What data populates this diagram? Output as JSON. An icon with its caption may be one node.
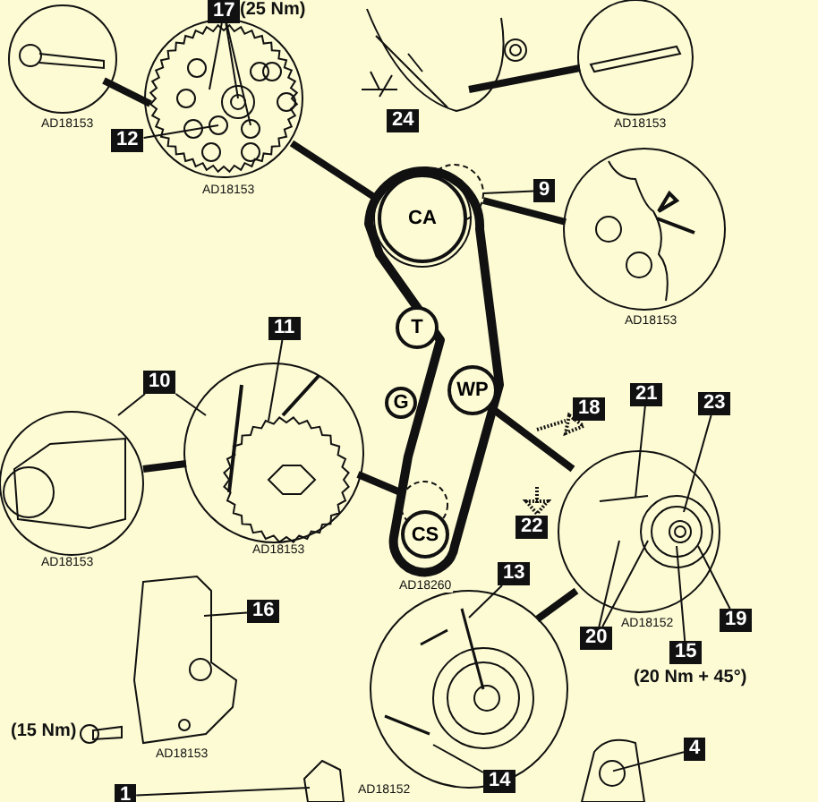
{
  "diagram": {
    "nodes": [
      {
        "text": [
          "17"
        ],
        "beside": [
          "(25 Nm)"
        ]
      },
      {
        "text": [
          "12"
        ]
      },
      {
        "text": [
          "9"
        ]
      },
      {
        "text": [
          "CA"
        ]
      },
      {
        "text": [
          "T"
        ]
      },
      {
        "text": [
          "11"
        ]
      },
      {
        "text": [
          "10"
        ]
      },
      {
        "text": [
          "G"
        ]
      },
      {
        "text": [
          "WP"
        ]
      },
      {
        "text": [
          "21"
        ]
      },
      {
        "text": [
          "23"
        ]
      },
      {
        "text": [
          "CS"
        ]
      },
      {
        "text": [
          "16"
        ]
      },
      {
        "text": [
          "13"
        ]
      },
      {
        "text": [
          "20"
        ]
      },
      {
        "text": [
          "15"
        ],
        "beside": [
          "(20 Nm + 45°)"
        ]
      },
      {
        "text": [
          "19"
        ]
      },
      {
        "text": [
          "4"
        ]
      },
      {
        "text": [
          "14"
        ]
      },
      {
        "text": [
          "1"
        ]
      },
      {
        "text": [],
        "shape": "picture",
        "beside": [
          "AD18153"
        ]
      },
      {
        "text": [],
        "shape": "picture",
        "beside": [
          "AD18153"
        ]
      },
      {
        "text": [],
        "shape": "picture"
      },
      {
        "text": [],
        "shape": "picture",
        "beside": [
          "AD18153"
        ]
      },
      {
        "text": [],
        "shape": "picture",
        "beside": [
          "AD18153"
        ]
      },
      {
        "text": [],
        "shape": "circle"
      },
      {
        "text": [],
        "shape": "picture",
        "beside": [
          "AD18153"
        ]
      },
      {
        "text": [],
        "shape": "picture",
        "beside": [
          "AD18153"
        ]
      },
      {
        "text": [],
        "shape": "circle"
      },
      {
        "text": [],
        "shape": "picture",
        "beside": [
          "AD18152"
        ]
      },
      {
        "text": [],
        "shape": "picture",
        "beside": [
          "AD18152"
        ]
      },
      {
        "text": [],
        "shape": "picture",
        "beside": [
          "AD18153"
        ]
      },
      {
        "text": [],
        "shape": "picture"
      },
      {
        "text": [],
        "shape": "picture"
      },
      {
        "text": [
          "24"
        ]
      },
      {
        "text": [
          "18"
        ]
      },
      {
        "text": [
          "22"
        ]
      },
      {
        "text": [],
        "shape": "picture",
        "beside": [
          "(15 Nm)"
        ]
      }
    ],
    "edges": [
      {
        "from": 0,
        "to": 21,
        "arrow": "none"
      },
      {
        "from": 0,
        "to": 21,
        "arrow": "none"
      },
      {
        "from": 0,
        "to": 21,
        "arrow": "none"
      },
      {
        "from": 1,
        "to": 21,
        "arrow": "none"
      },
      {
        "from": 2,
        "to": 25,
        "arrow": "none"
      },
      {
        "from": 5,
        "to": 27,
        "arrow": "none"
      },
      {
        "from": 6,
        "to": 26,
        "arrow": "none"
      },
      {
        "from": 6,
        "to": 27,
        "arrow": "none"
      },
      {
        "from": 9,
        "to": 29,
        "arrow": "none"
      },
      {
        "from": 10,
        "to": 29,
        "arrow": "none"
      },
      {
        "from": 12,
        "to": 31,
        "arrow": "none"
      },
      {
        "from": 13,
        "to": 30,
        "arrow": "none"
      },
      {
        "from": 14,
        "to": 29,
        "arrow": "none"
      },
      {
        "from": 14,
        "to": 29,
        "arrow": "none"
      },
      {
        "from": 15,
        "to": 29,
        "arrow": "none"
      },
      {
        "from": 16,
        "to": 29,
        "arrow": "none"
      },
      {
        "from": 17,
        "to": 32,
        "arrow": "none"
      },
      {
        "from": 18,
        "to": 30,
        "arrow": "none"
      },
      {
        "from": 19,
        "to": 33,
        "arrow": "none"
      },
      {
        "from": 20,
        "to": 21,
        "arrow": "none",
        "style": "thick"
      },
      {
        "from": 21,
        "to": 3,
        "arrow": "none",
        "style": "thick"
      },
      {
        "from": 23,
        "to": 22,
        "arrow": "none",
        "style": "thick"
      },
      {
        "from": 24,
        "to": 25,
        "arrow": "none",
        "style": "thick"
      },
      {
        "from": 26,
        "to": 27,
        "arrow": "none",
        "style": "thick"
      },
      {
        "from": 27,
        "to": 28,
        "arrow": "none",
        "style": "thick"
      },
      {
        "from": 29,
        "to": 8,
        "arrow": "none",
        "style": "thick"
      },
      {
        "from": 30,
        "to": 29,
        "arrow": "none",
        "style": "thick"
      }
    ],
    "labels": [
      "AD18260"
    ]
  }
}
